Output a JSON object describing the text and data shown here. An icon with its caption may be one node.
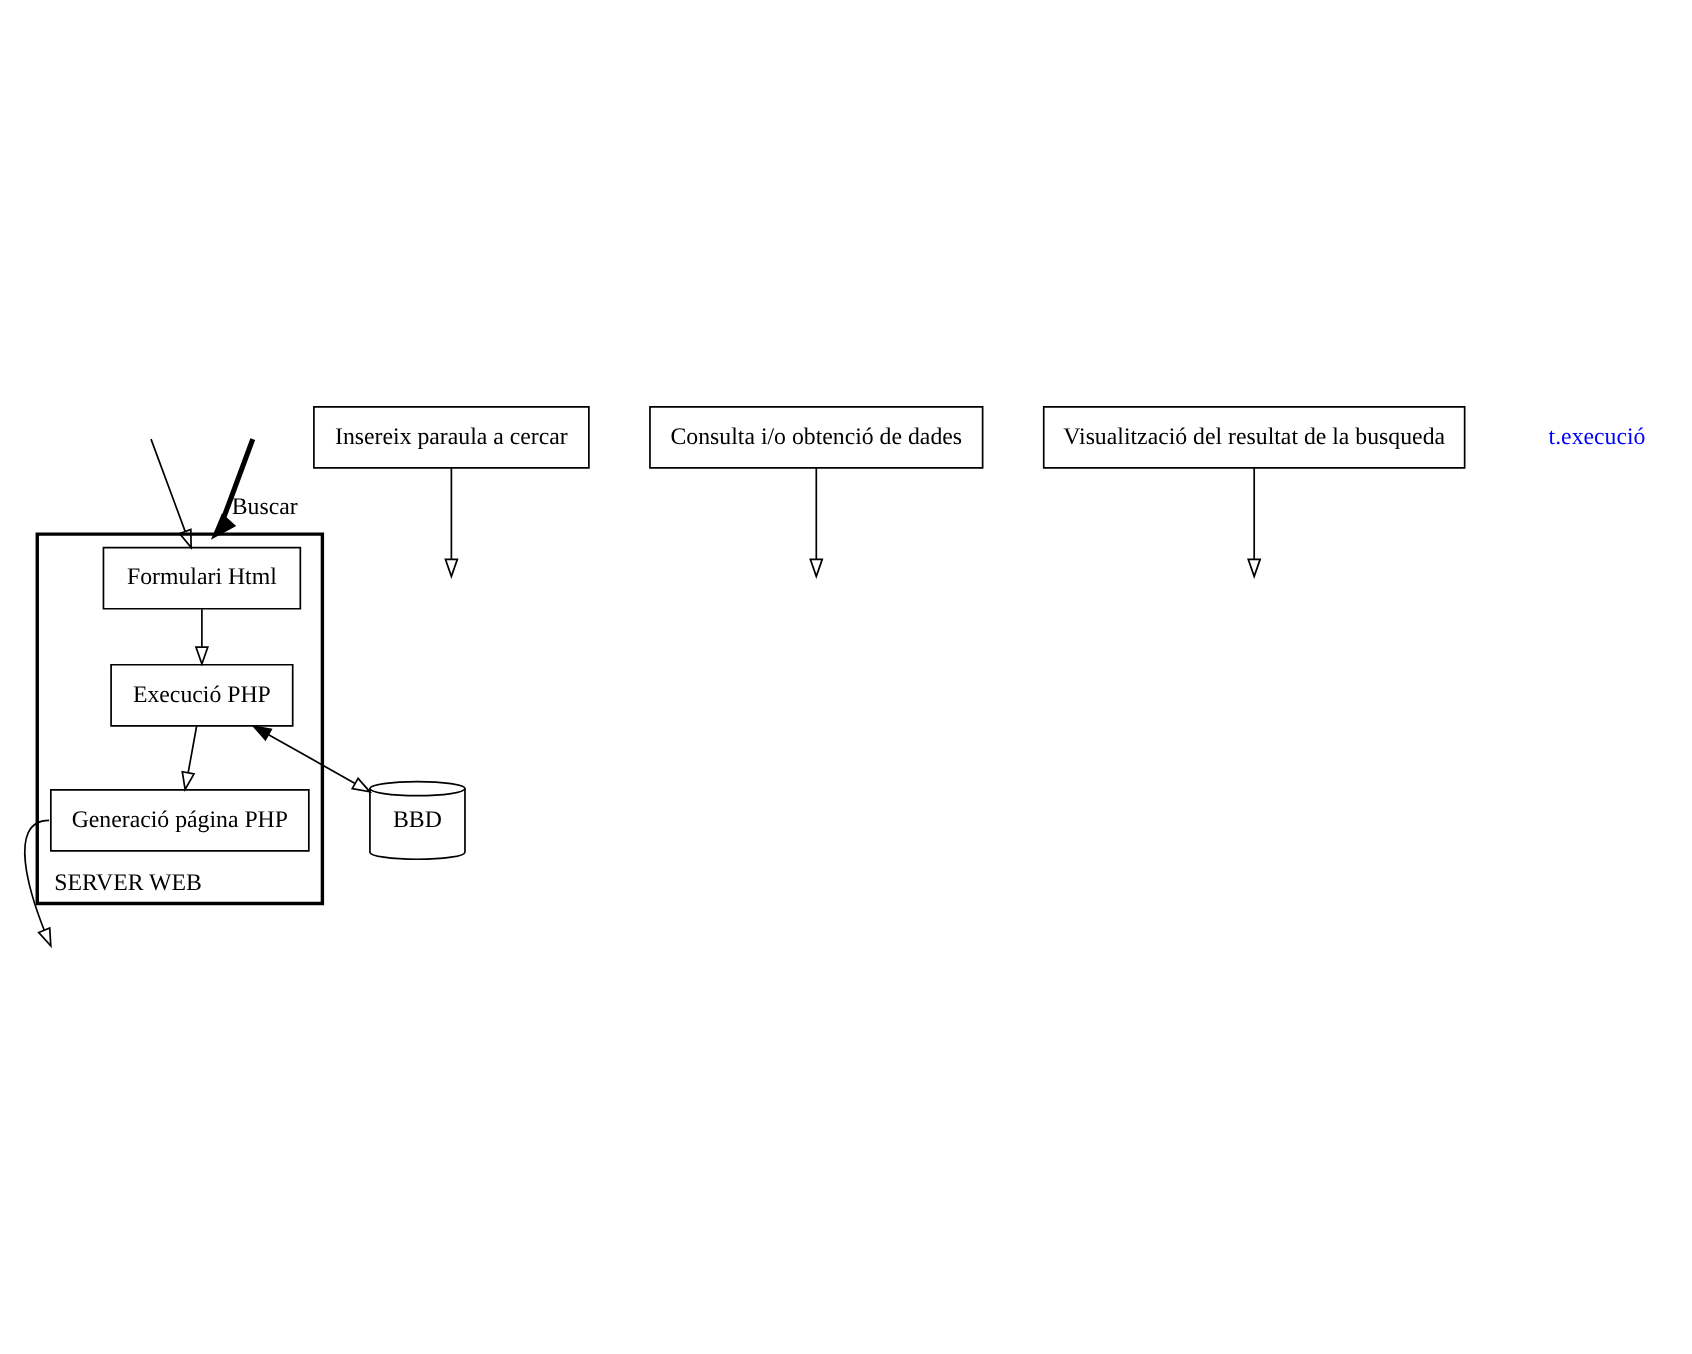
{
  "diagram": {
    "nodes": [
      {
        "text": [
          "SERVER WEB"
        ]
      },
      {
        "text": [
          "Insereix paraula a cercar"
        ]
      },
      {
        "text": [
          "Formulari Html"
        ],
        "in": 0
      },
      {
        "text": [
          "Execució PHP"
        ],
        "in": 0
      },
      {
        "text": [
          "Generació página PHP"
        ],
        "in": 0
      },
      {
        "text": [
          "Consulta i/o obtenció de dades"
        ]
      },
      {
        "text": [
          "BBD"
        ]
      },
      {
        "text": [
          "Visualització del resultat de la busqueda"
        ]
      }
    ],
    "edges": [
      {
        "from": 1,
        "to": null,
        "arrow": "to"
      },
      {
        "from": null,
        "to": 2,
        "arrow": "to"
      },
      {
        "from": null,
        "to": 0,
        "arrow": "to",
        "label": "Buscar",
        "style": "thick"
      },
      {
        "from": 2,
        "to": 3,
        "arrow": "to"
      },
      {
        "from": 3,
        "to": 4,
        "arrow": "to"
      },
      {
        "from": 3,
        "to": 6,
        "arrow": "both"
      },
      {
        "from": 5,
        "to": null,
        "arrow": "to"
      },
      {
        "from": 7,
        "to": null,
        "arrow": "to"
      },
      {
        "from": 4,
        "to": null,
        "arrow": "to"
      }
    ],
    "labels": [
      "t.execució"
    ]
  }
}
